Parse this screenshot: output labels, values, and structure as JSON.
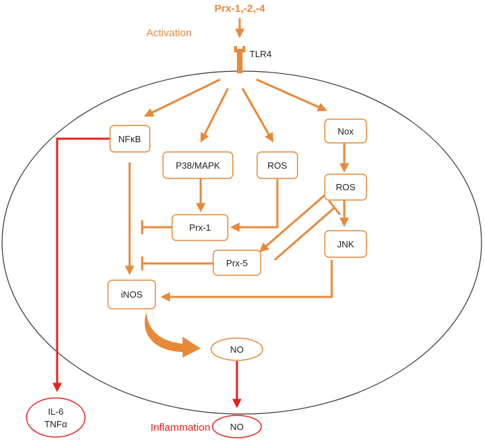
{
  "colors": {
    "pathway": "#E8893A",
    "inflammation": "#E52320",
    "membrane": "#333333",
    "text": "#222222",
    "background": "#FFFFFF"
  },
  "labels": {
    "ligand": "Prx-1,-2,-4",
    "activation": "Activation",
    "receptor": "TLR4",
    "inflammation": "Inflammation"
  },
  "nodes": {
    "nfkb": "NFκB",
    "p38": "P38/MAPK",
    "ros_center": "ROS",
    "nox": "Nox",
    "ros_right": "ROS",
    "prx1": "Prx-1",
    "prx5": "Prx-5",
    "jnk": "JNK",
    "inos": "iNOS",
    "no_inner": "NO",
    "no_outer": "NO",
    "il6": "IL-6",
    "tnfa": "TNFα"
  }
}
